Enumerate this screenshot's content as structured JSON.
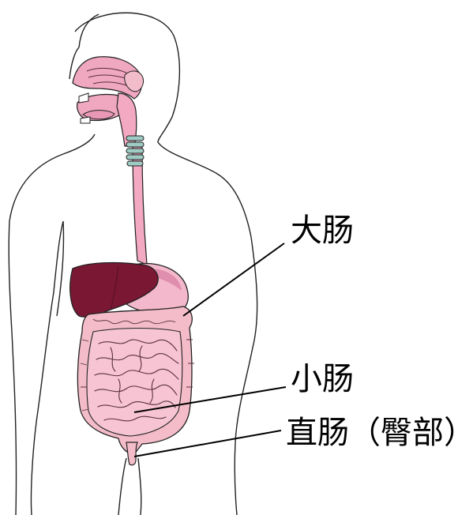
{
  "labels": {
    "large_intestine": "大肠",
    "small_intestine": "小肠",
    "rectum": "直肠（臀部）"
  },
  "colors": {
    "outline": "#222222",
    "liver": "#7a1834",
    "liver_shade": "#5a0f26",
    "stomach": "#f3b8cb",
    "stomach_shade": "#e08ead",
    "intestine": "#f6c4d3",
    "intestine_line": "#5a3040",
    "large_intestine": "#f3bcc8",
    "esophagus": "#f2a9c1",
    "trachea_ring": "#9ecbc4",
    "mouth_tissue": "#f0a7c0",
    "gallbladder": "#8bbf3a"
  }
}
